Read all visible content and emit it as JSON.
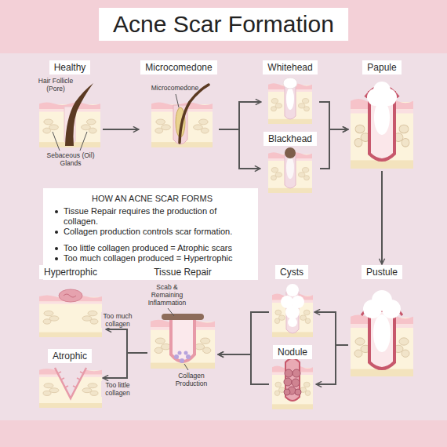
{
  "diagram": {
    "title": "Acne Scar Formation",
    "nodes": [
      {
        "text": [
          "Healthy"
        ]
      },
      {
        "text": [
          "Microcomedone"
        ]
      },
      {
        "text": [
          "Whitehead"
        ]
      },
      {
        "text": [
          "Blackhead"
        ]
      },
      {
        "text": [
          "Papule"
        ]
      },
      {
        "text": [
          "HOW AN ACNE SCAR FORMS",
          "Tissue Repair requires the production of collagen.",
          "Collagen production controls scar formation.",
          "Too little collagen produced = Atrophic scars",
          "Too much collagen produced = Hypertrophic scars."
        ]
      },
      {
        "text": [
          "Hypertrophic"
        ]
      },
      {
        "text": [
          "Tissue Repair"
        ]
      },
      {
        "text": [
          "Cysts"
        ]
      },
      {
        "text": [
          "Pustule"
        ]
      },
      {
        "text": [
          "Atrophic"
        ]
      },
      {
        "text": [
          "Nodule"
        ]
      }
    ],
    "edges": [
      {
        "from": 0,
        "to": 1,
        "arrow": "to"
      },
      {
        "from": 1,
        "to": 2,
        "arrow": "to"
      },
      {
        "from": 1,
        "to": 3,
        "arrow": "to"
      },
      {
        "from": 2,
        "to": 4,
        "arrow": "to"
      },
      {
        "from": 3,
        "to": 4,
        "arrow": "to"
      },
      {
        "from": 4,
        "to": 9,
        "arrow": "to"
      },
      {
        "from": 9,
        "to": 8,
        "arrow": "to"
      },
      {
        "from": 9,
        "to": 11,
        "arrow": "to"
      },
      {
        "from": 8,
        "to": 7,
        "arrow": "to"
      },
      {
        "from": 11,
        "to": 7,
        "arrow": "to"
      },
      {
        "from": 7,
        "to": 6,
        "label": "Too much collagen",
        "arrow": "to"
      },
      {
        "from": 7,
        "to": 10,
        "label": "Too little collagen",
        "arrow": "to"
      }
    ],
    "labels": [
      "Hair Follicle (Pore)",
      "Sebaceous (Oil) Glands",
      "Microcomedone",
      "Scab & Remaining Inflammation",
      "Collagen Production"
    ]
  }
}
